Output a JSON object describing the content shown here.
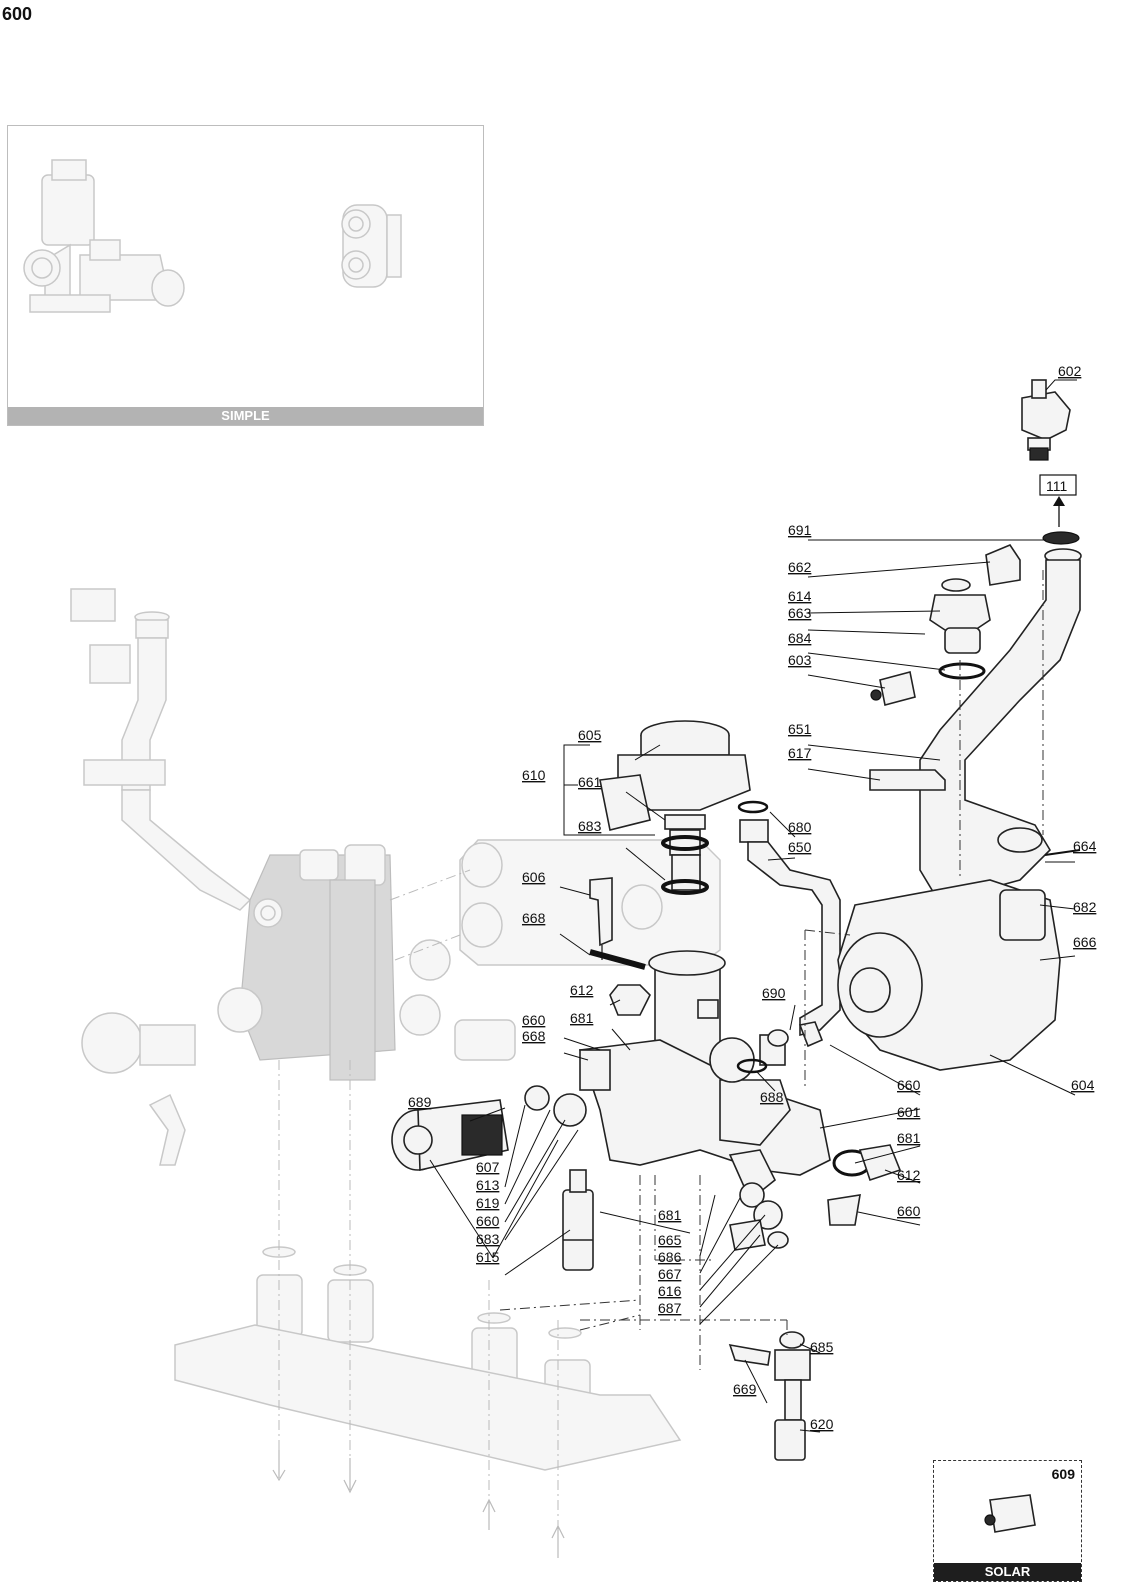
{
  "page_number": "600",
  "insets": {
    "simple_label": "SIMPLE",
    "solar_label": "SOLAR",
    "solar_part": "609"
  },
  "reference_box": "111",
  "parts": [
    "602",
    "691",
    "662",
    "614",
    "663",
    "684",
    "603",
    "651",
    "617",
    "605",
    "610",
    "661",
    "683",
    "680",
    "650",
    "664",
    "606",
    "682",
    "666",
    "668",
    "612",
    "690",
    "660",
    "681",
    "668",
    "689",
    "607",
    "613",
    "619",
    "660",
    "683",
    "615",
    "681",
    "665",
    "686",
    "667",
    "616",
    "687",
    "688",
    "660",
    "604",
    "601",
    "681",
    "612",
    "660",
    "685",
    "669",
    "620"
  ]
}
